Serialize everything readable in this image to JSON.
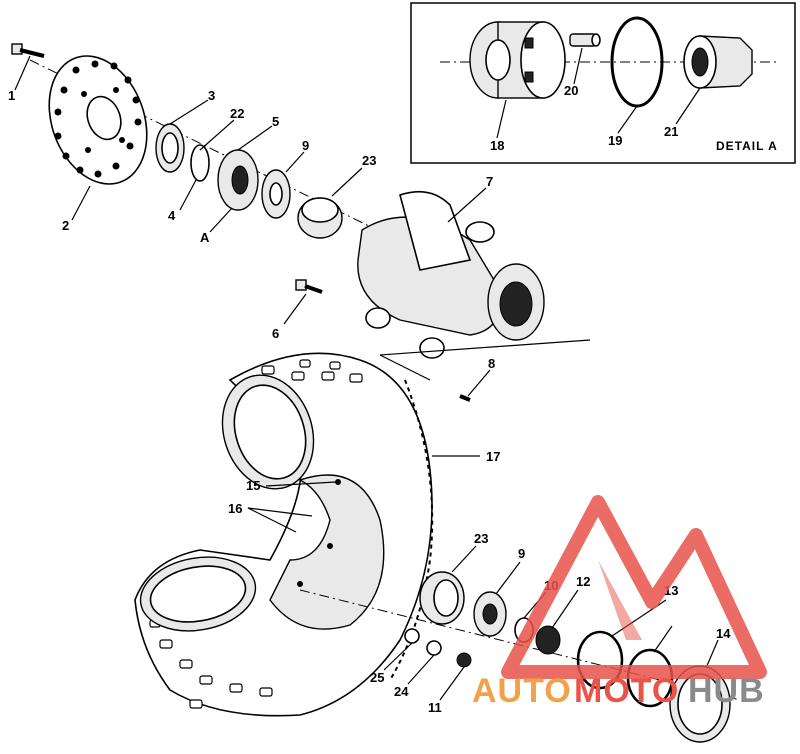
{
  "diagram": {
    "callouts": [
      "1",
      "2",
      "3",
      "22",
      "4",
      "5",
      "A",
      "9",
      "23",
      "7",
      "6",
      "8",
      "17",
      "15",
      "16",
      "23",
      "9",
      "10",
      "12",
      "13",
      "14",
      "25",
      "24",
      "11",
      "18",
      "20",
      "19",
      "21"
    ],
    "detail_label": "DETAIL A"
  },
  "watermark": {
    "part1": "AUTO",
    "part2": "MOTO",
    "part3": "HUB",
    "colors": {
      "orange": "#f2a14a",
      "red": "#e8534a",
      "gray": "#8a8a8a"
    }
  }
}
